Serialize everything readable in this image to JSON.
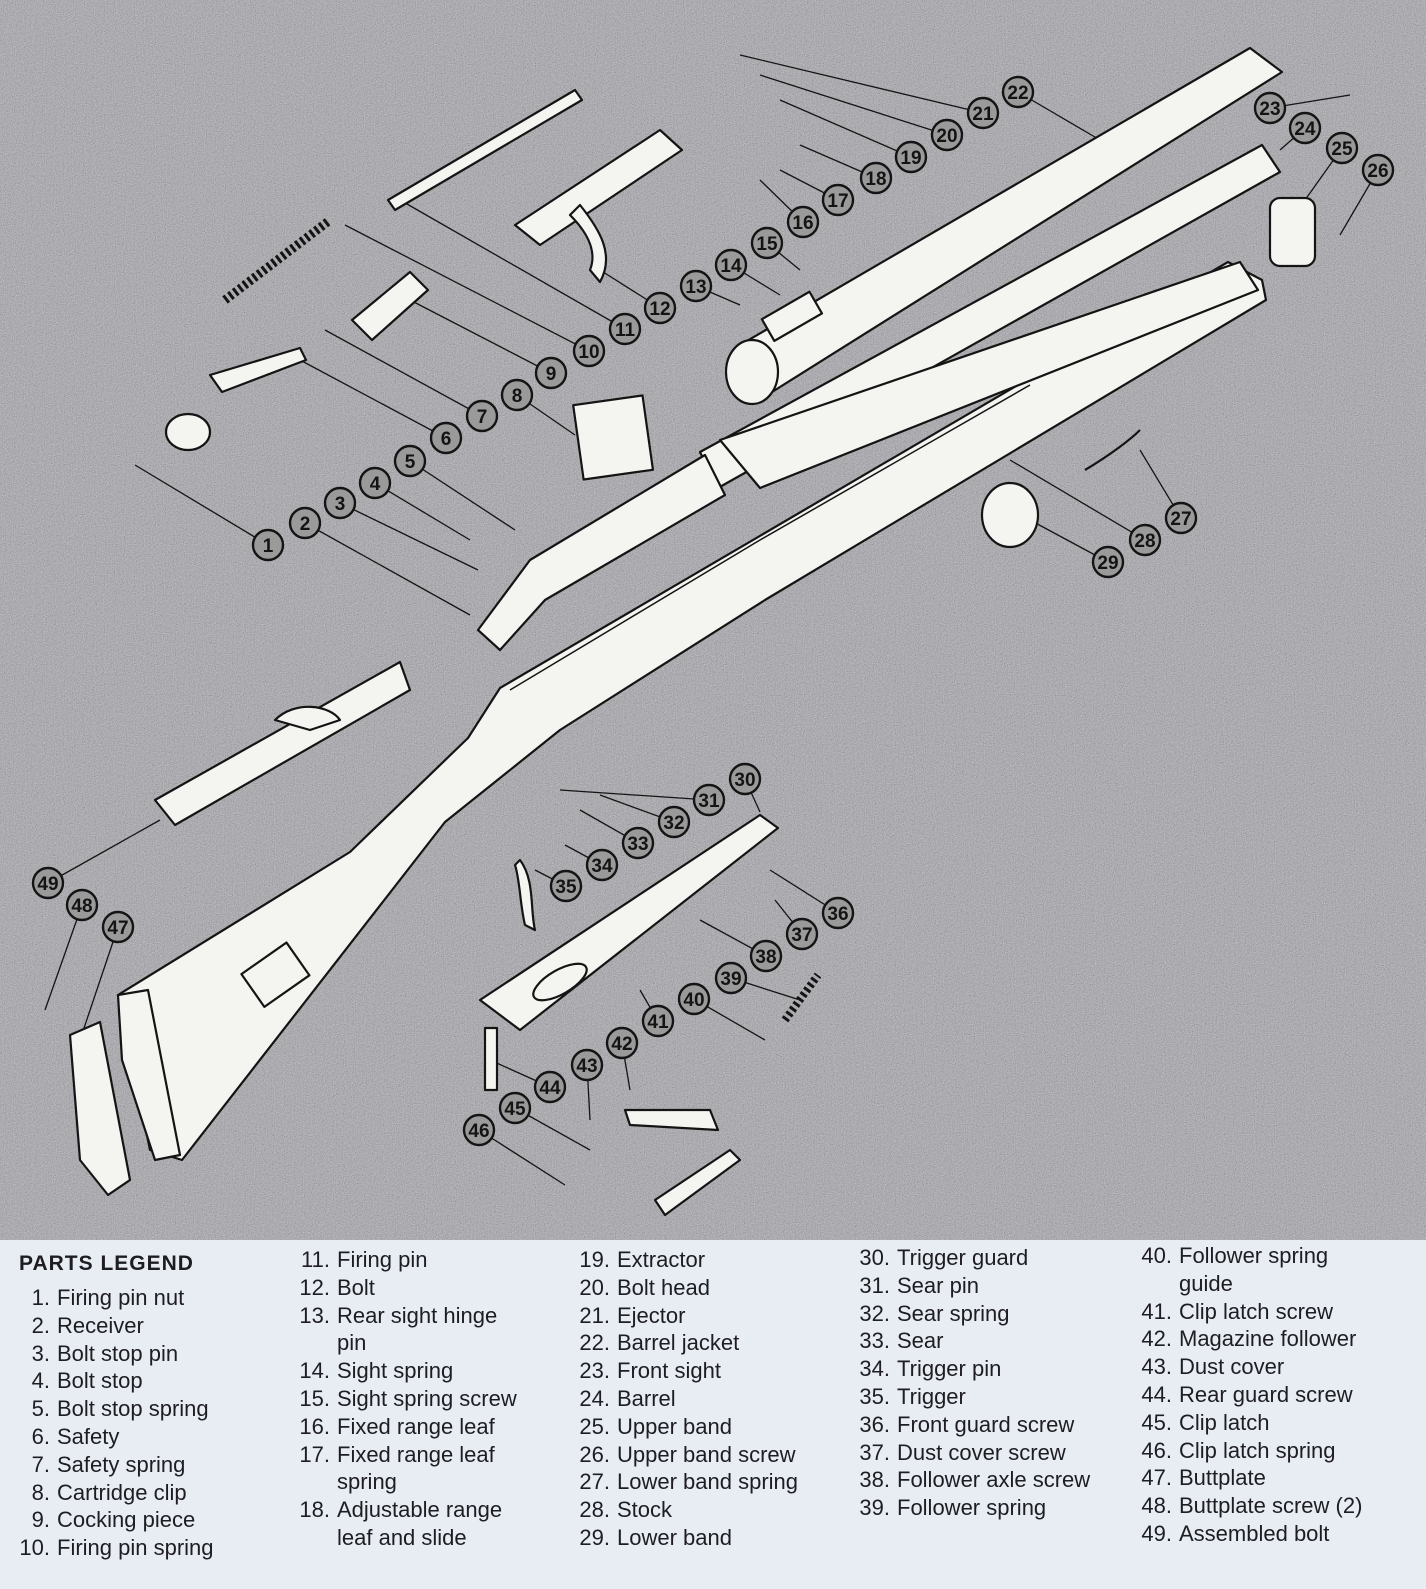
{
  "legend": {
    "title": "PARTS LEGEND",
    "columns": [
      [
        {
          "n": "1.",
          "label": "Firing pin nut"
        },
        {
          "n": "2.",
          "label": "Receiver"
        },
        {
          "n": "3.",
          "label": "Bolt stop pin"
        },
        {
          "n": "4.",
          "label": "Bolt stop"
        },
        {
          "n": "5.",
          "label": "Bolt stop spring"
        },
        {
          "n": "6.",
          "label": "Safety"
        },
        {
          "n": "7.",
          "label": "Safety spring"
        },
        {
          "n": "8.",
          "label": "Cartridge clip"
        },
        {
          "n": "9.",
          "label": "Cocking piece"
        },
        {
          "n": "10.",
          "label": "Firing pin spring"
        }
      ],
      [
        {
          "n": "11.",
          "label": "Firing pin"
        },
        {
          "n": "12.",
          "label": "Bolt"
        },
        {
          "n": "13.",
          "label": "Rear sight hinge\npin"
        },
        {
          "n": "14.",
          "label": "Sight spring"
        },
        {
          "n": "15.",
          "label": "Sight spring screw"
        },
        {
          "n": "16.",
          "label": "Fixed range leaf"
        },
        {
          "n": "17.",
          "label": "Fixed range leaf\nspring"
        },
        {
          "n": "18.",
          "label": "Adjustable range\nleaf and slide"
        }
      ],
      [
        {
          "n": "19.",
          "label": "Extractor"
        },
        {
          "n": "20.",
          "label": "Bolt head"
        },
        {
          "n": "21.",
          "label": "Ejector"
        },
        {
          "n": "22.",
          "label": "Barrel jacket"
        },
        {
          "n": "23.",
          "label": "Front sight"
        },
        {
          "n": "24.",
          "label": "Barrel"
        },
        {
          "n": "25.",
          "label": "Upper band"
        },
        {
          "n": "26.",
          "label": "Upper band screw"
        },
        {
          "n": "27.",
          "label": "Lower band spring"
        },
        {
          "n": "28.",
          "label": "Stock"
        },
        {
          "n": "29.",
          "label": "Lower band"
        }
      ],
      [
        {
          "n": "30.",
          "label": "Trigger guard"
        },
        {
          "n": "31.",
          "label": "Sear pin"
        },
        {
          "n": "32.",
          "label": "Sear spring"
        },
        {
          "n": "33.",
          "label": "Sear"
        },
        {
          "n": "34.",
          "label": "Trigger pin"
        },
        {
          "n": "35.",
          "label": "Trigger"
        },
        {
          "n": "36.",
          "label": "Front guard screw"
        },
        {
          "n": "37.",
          "label": "Dust cover screw"
        },
        {
          "n": "38.",
          "label": "Follower axle screw"
        },
        {
          "n": "39.",
          "label": "Follower spring"
        }
      ],
      [
        {
          "n": "40.",
          "label": "Follower spring\nguide"
        },
        {
          "n": "41.",
          "label": "Clip latch screw"
        },
        {
          "n": "42.",
          "label": "Magazine follower"
        },
        {
          "n": "43.",
          "label": "Dust cover"
        },
        {
          "n": "44.",
          "label": "Rear guard screw"
        },
        {
          "n": "45.",
          "label": "Clip latch"
        },
        {
          "n": "46.",
          "label": "Clip latch spring"
        },
        {
          "n": "47.",
          "label": "Buttplate"
        },
        {
          "n": "48.",
          "label": "Buttplate screw (2)"
        },
        {
          "n": "49.",
          "label": "Assembled bolt"
        }
      ]
    ]
  },
  "callouts": [
    "1",
    "2",
    "3",
    "4",
    "5",
    "6",
    "7",
    "8",
    "9",
    "10",
    "11",
    "12",
    "13",
    "14",
    "15",
    "16",
    "17",
    "18",
    "19",
    "20",
    "21",
    "22",
    "23",
    "24",
    "25",
    "26",
    "27",
    "28",
    "29",
    "30",
    "31",
    "32",
    "33",
    "34",
    "35",
    "36",
    "37",
    "38",
    "39",
    "40",
    "41",
    "42",
    "43",
    "44",
    "45",
    "46",
    "47",
    "48",
    "49"
  ],
  "colors": {
    "background": "#8c8c8c",
    "part_fill": "#f4f4f1",
    "ink": "#141414",
    "legend_bg": "#e8edf4"
  }
}
